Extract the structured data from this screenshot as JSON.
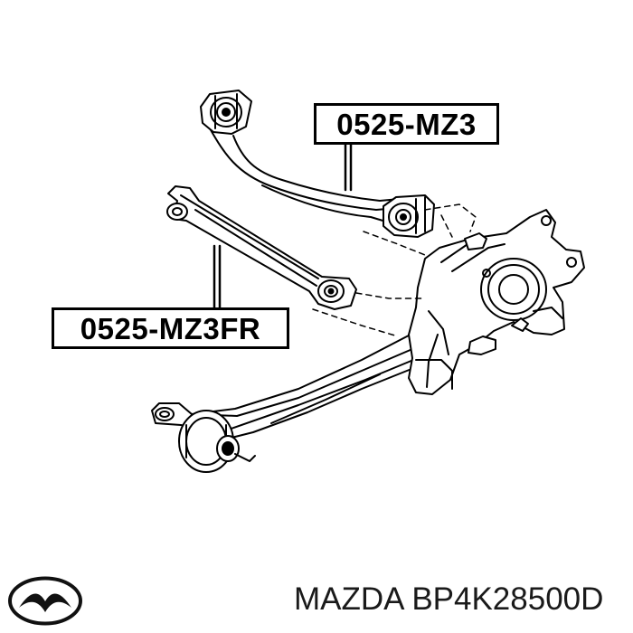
{
  "labels": {
    "upper_arm_part": "0525-MZ3",
    "lower_arm_part": "0525-MZ3FR"
  },
  "footer": {
    "brand": "MAZDA",
    "part_number": "BP4K28500D"
  },
  "logo": {
    "icon": "mazda-logo-icon"
  },
  "colors": {
    "line": "#000000",
    "background": "#ffffff",
    "footer_text": "#1a1a1a"
  }
}
